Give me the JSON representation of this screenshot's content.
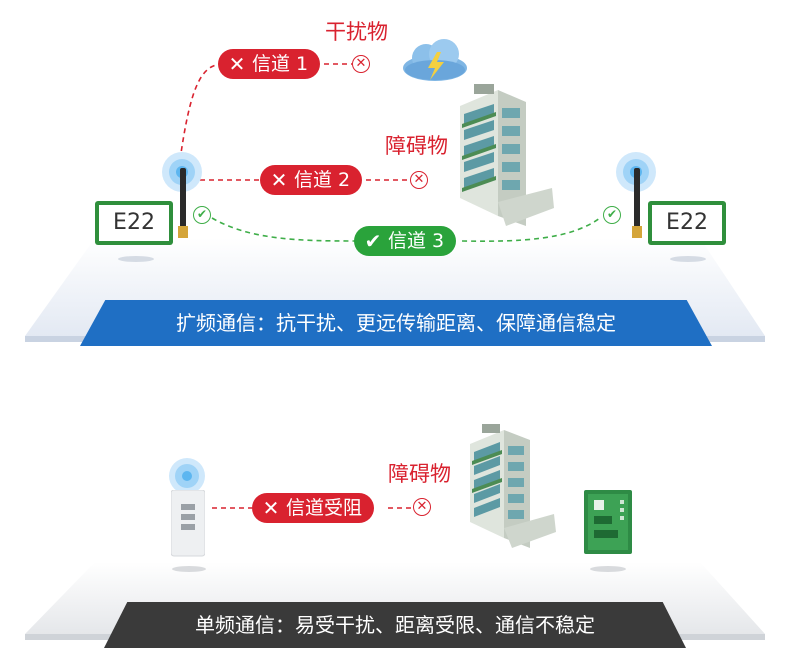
{
  "top_scene": {
    "module_left_label": "E22",
    "module_right_label": "E22",
    "channel_1": {
      "mark": "✕",
      "label": "信道 1",
      "obstacle": "干扰物"
    },
    "channel_2": {
      "mark": "✕",
      "label": "信道 2",
      "obstacle": "障碍物"
    },
    "channel_3": {
      "mark": "✔",
      "label": "信道 3"
    },
    "banner_text": "扩频通信：抗干扰、更远传输距离、保障通信稳定"
  },
  "bottom_scene": {
    "channel": {
      "mark": "✕",
      "label": "信道受阻",
      "obstacle": "障碍物"
    },
    "banner_text": "单频通信：易受干扰、距离受限、通信不稳定"
  },
  "colors": {
    "fail_red": "#d9222f",
    "ok_green": "#2aa33b",
    "banner_top_blue": "#1f6fc4",
    "banner_bottom_dark": "#3a3a3a",
    "module_green": "#2f8f3c"
  },
  "icons": [
    "cloud-lightning-icon",
    "building-icon",
    "antenna-icon",
    "signal-glow-icon",
    "cross-circle-icon",
    "check-circle-icon",
    "remote-device-icon",
    "pcb-board-icon"
  ]
}
